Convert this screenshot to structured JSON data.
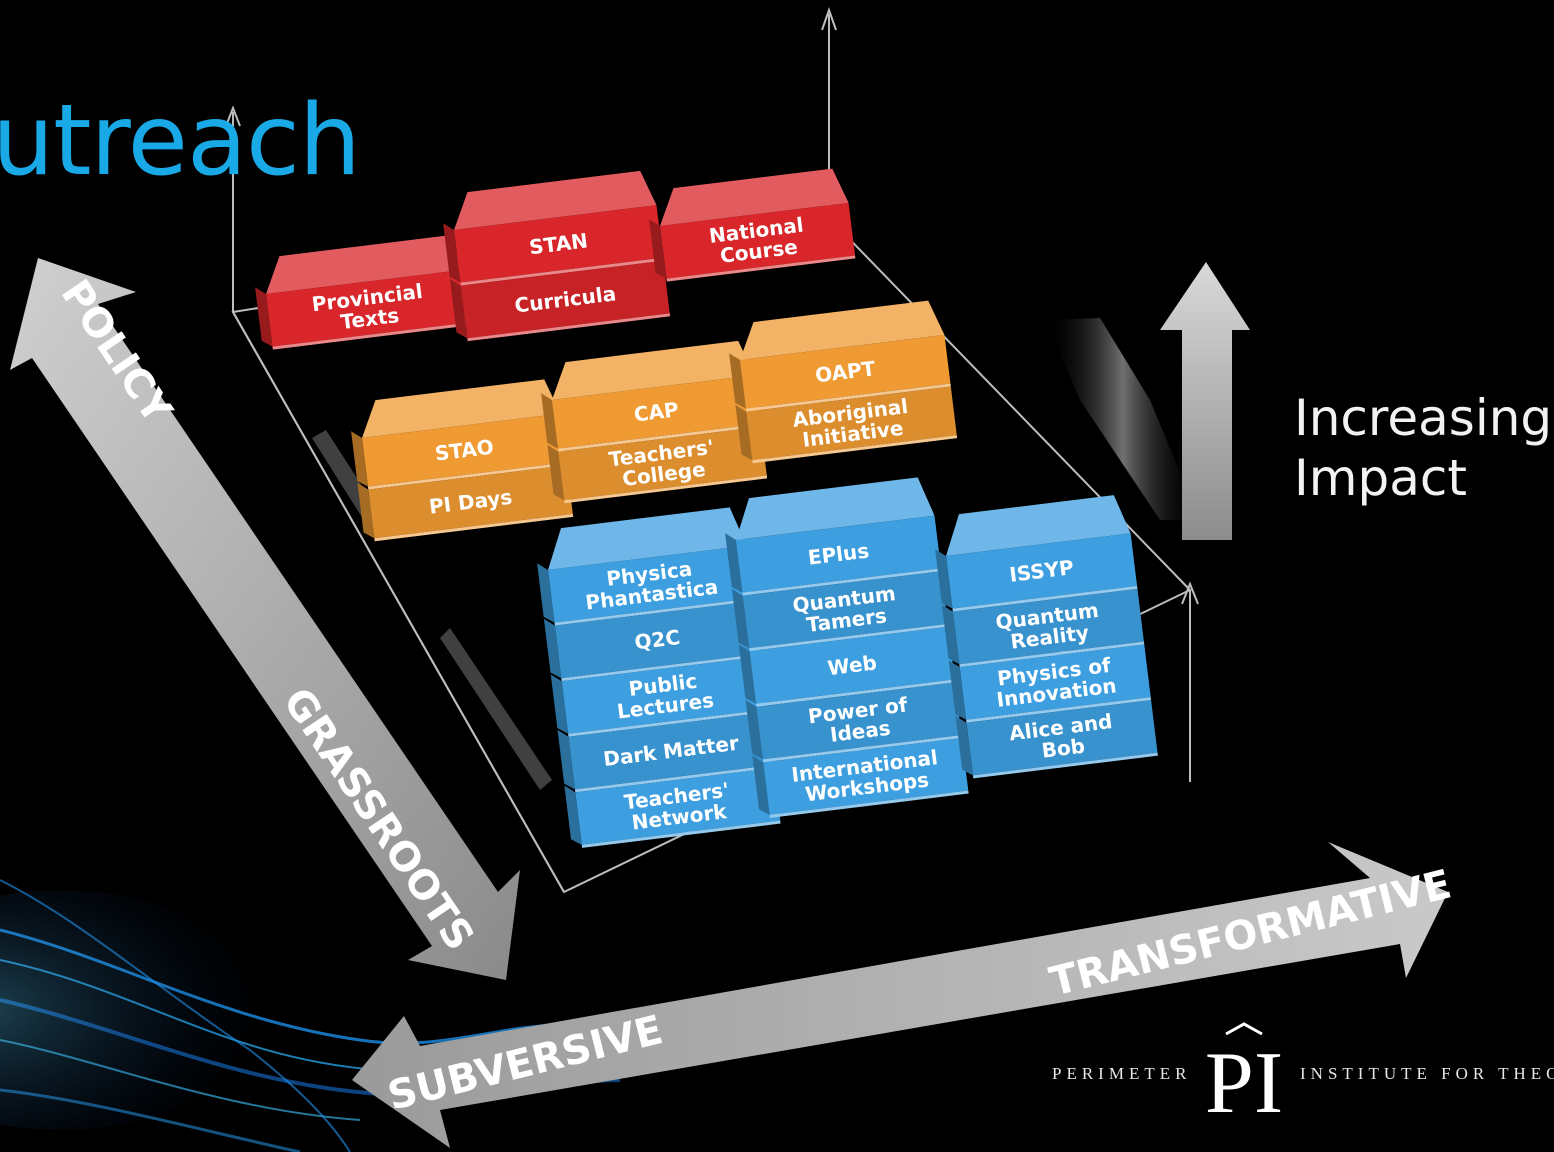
{
  "title": "utreach",
  "impact_label": {
    "line1": "Increasing",
    "line2": "Impact"
  },
  "axes": {
    "policy": "POLICY",
    "grassroots": "GRASSROOTS",
    "subversive": "SUBVERSIVE",
    "transformative": "TRANSFORMATIVE"
  },
  "logo": {
    "left_text": "PERIMETER",
    "mark": "PI",
    "right_text": "INSTITUTE FOR THEO"
  },
  "colors": {
    "red": "#d8262a",
    "orange": "#ef9a33",
    "blue": "#3d9fe0",
    "title": "#19a9e6"
  },
  "tiers": {
    "red": {
      "columns": [
        {
          "blocks": [
            {
              "lines": [
                "Provincial",
                "Texts"
              ]
            }
          ]
        },
        {
          "blocks": [
            {
              "lines": [
                "STAN"
              ]
            },
            {
              "lines": [
                "Curricula"
              ]
            }
          ]
        },
        {
          "blocks": [
            {
              "lines": [
                "National",
                "Course"
              ]
            }
          ]
        }
      ]
    },
    "orange": {
      "columns": [
        {
          "blocks": [
            {
              "lines": [
                "STAO"
              ]
            },
            {
              "lines": [
                "PI Days"
              ]
            }
          ]
        },
        {
          "blocks": [
            {
              "lines": [
                "CAP"
              ]
            },
            {
              "lines": [
                "Teachers'",
                "College"
              ]
            }
          ]
        },
        {
          "blocks": [
            {
              "lines": [
                "OAPT"
              ]
            },
            {
              "lines": [
                "Aboriginal",
                "Initiative"
              ]
            }
          ]
        }
      ]
    },
    "blue": {
      "columns": [
        {
          "blocks": [
            {
              "lines": [
                "Physica",
                "Phantastica"
              ]
            },
            {
              "lines": [
                "Q2C"
              ]
            },
            {
              "lines": [
                "Public",
                "Lectures"
              ]
            },
            {
              "lines": [
                "Dark Matter"
              ]
            },
            {
              "lines": [
                "Teachers'",
                "Network"
              ]
            }
          ]
        },
        {
          "blocks": [
            {
              "lines": [
                "EPlus"
              ]
            },
            {
              "lines": [
                "Quantum",
                "Tamers"
              ]
            },
            {
              "lines": [
                "Web"
              ]
            },
            {
              "lines": [
                "Power of",
                "Ideas"
              ]
            },
            {
              "lines": [
                "International",
                "Workshops"
              ]
            }
          ]
        },
        {
          "blocks": [
            {
              "lines": [
                "ISSYP"
              ]
            },
            {
              "lines": [
                "Quantum",
                "Reality"
              ]
            },
            {
              "lines": [
                "Physics of",
                "Innovation"
              ]
            },
            {
              "lines": [
                "Alice and",
                "Bob"
              ]
            }
          ]
        }
      ]
    }
  }
}
